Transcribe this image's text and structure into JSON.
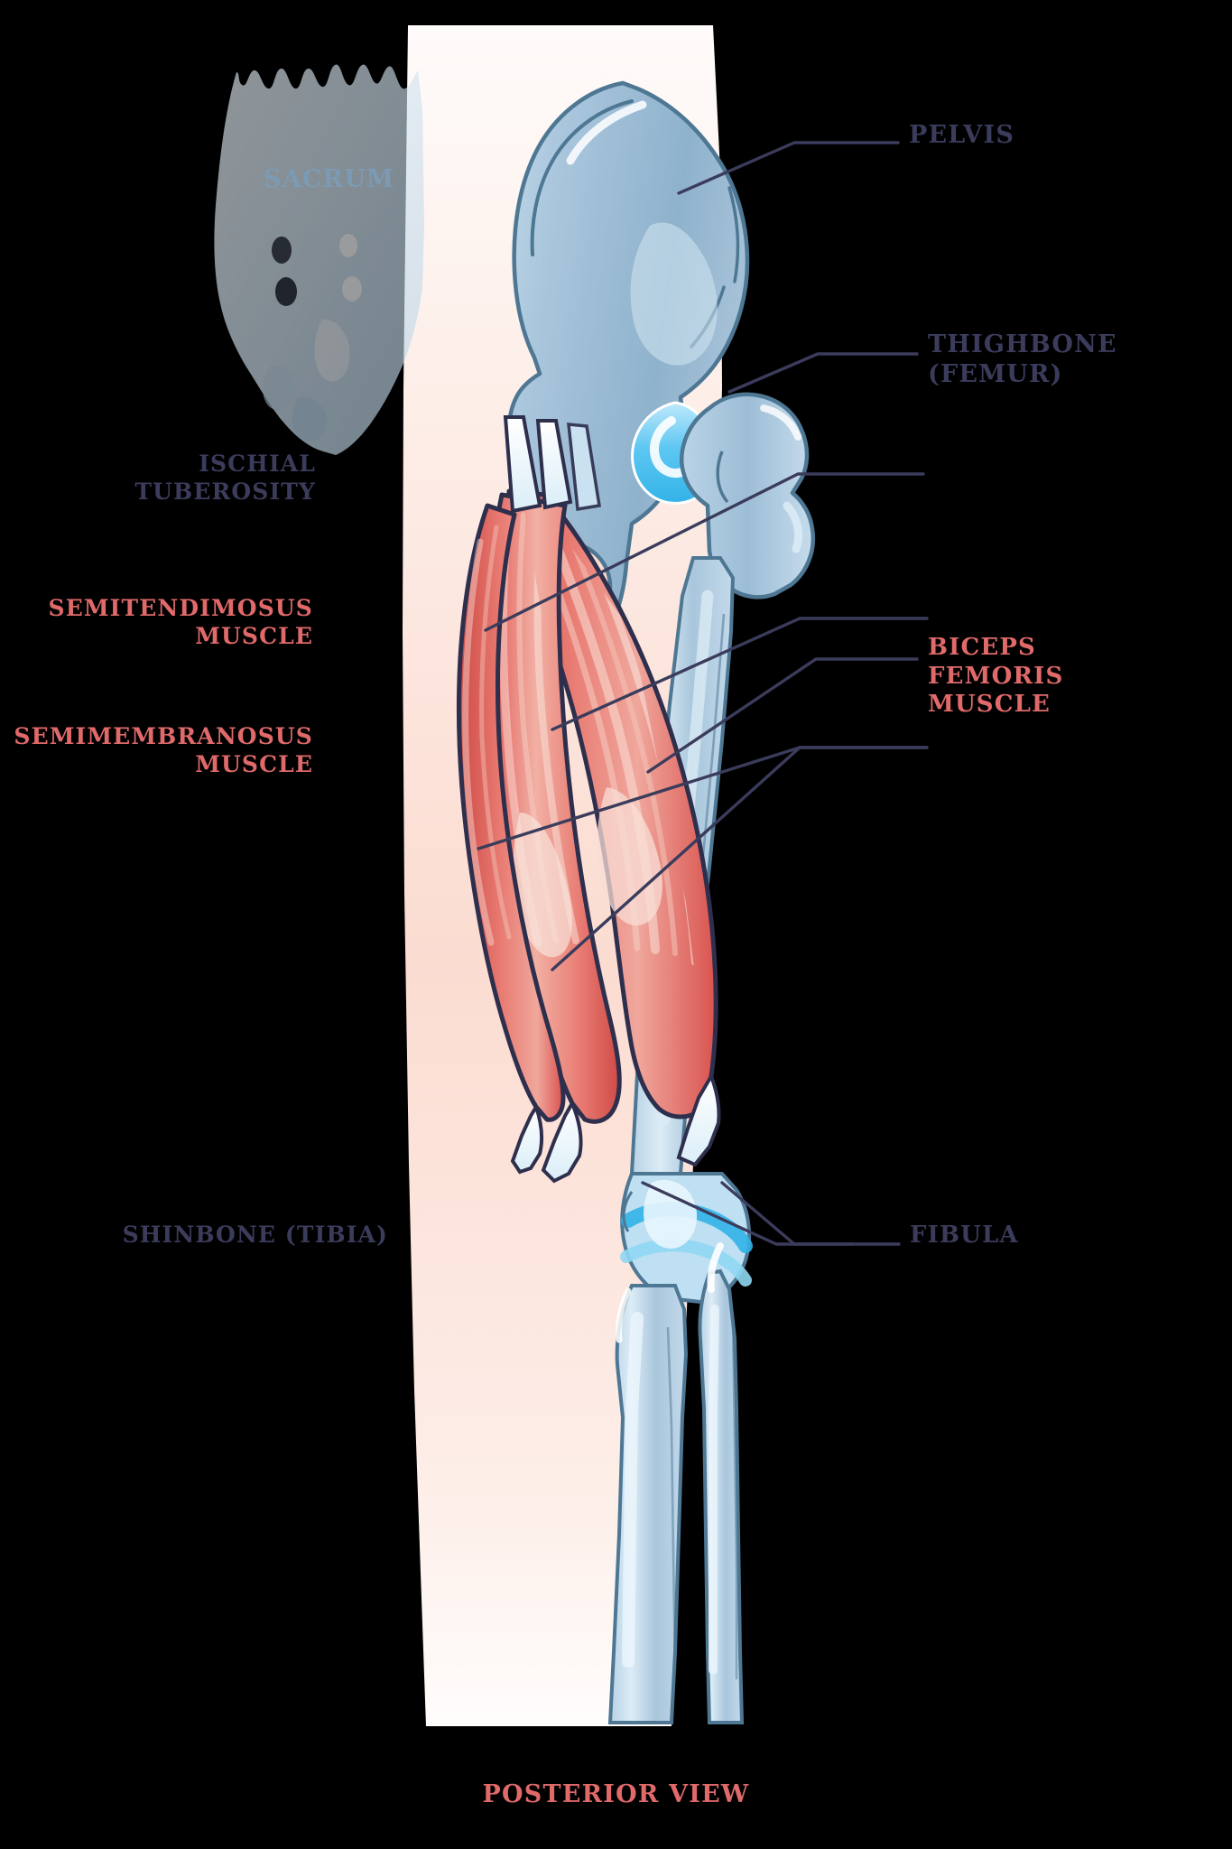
{
  "figure": {
    "caption": "POSTERIOR VIEW",
    "subject": "hamstring muscles and posterior leg bones"
  },
  "colors": {
    "bone_label": "#3b3c5c",
    "muscle_label": "#e0696a",
    "sacrum_label": "#7d9ab4",
    "leader_line": "#3b3c5c",
    "bone_fill": "#a9c6dc",
    "bone_fill_dark": "#8fb0c8",
    "cartilage": "#4fc3ef",
    "muscle_fill": "#e2605c",
    "muscle_light": "#f0a79c",
    "background_skin": "#fde6dd",
    "background_top": "#fdf8f6"
  },
  "labels": [
    {
      "id": "pelvis",
      "text": "PELVIS",
      "kind": "bone",
      "side": "right"
    },
    {
      "id": "femur",
      "text": "THIGHBONE\n(FEMUR)",
      "kind": "bone",
      "side": "right"
    },
    {
      "id": "ischial",
      "text": "ISCHIAL\nTUBEROSITY",
      "kind": "bone",
      "side": "left"
    },
    {
      "id": "semitend",
      "text": "SEMITENDIMOSUS\nMUSCLE",
      "kind": "muscle",
      "side": "left"
    },
    {
      "id": "semimem",
      "text": "SEMIMEMBRANOSUS\nMUSCLE",
      "kind": "muscle",
      "side": "left"
    },
    {
      "id": "biceps",
      "text": "BICEPS\nFEMORIS\nMUSCLE",
      "kind": "muscle",
      "side": "right"
    },
    {
      "id": "tibia",
      "text": "SHINBONE (TIBIA)",
      "kind": "bone",
      "side": "left"
    },
    {
      "id": "fibula",
      "text": "FIBULA",
      "kind": "bone",
      "side": "right"
    },
    {
      "id": "sacrum",
      "text": "SACRUM",
      "kind": "bone",
      "side": "inline"
    }
  ]
}
